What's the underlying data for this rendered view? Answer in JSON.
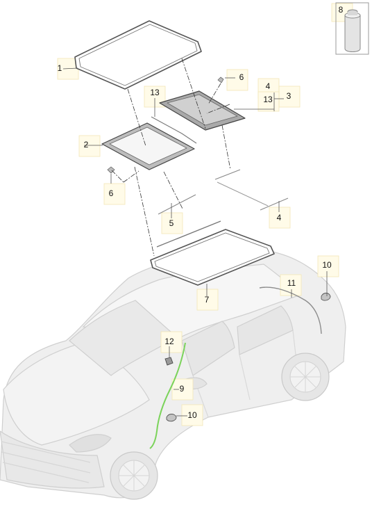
{
  "callouts": {
    "c1": "1",
    "c2": "2",
    "c3": "3",
    "c4a": "4",
    "c4b": "4",
    "c5": "5",
    "c6a": "6",
    "c6b": "6",
    "c7": "7",
    "c8": "8",
    "c9": "9",
    "c10a": "10",
    "c10b": "10",
    "c11": "11",
    "c12": "12",
    "c13a": "13",
    "c13b": "13"
  },
  "colors": {
    "outline": "#555555",
    "car_body": "#eeeeee",
    "car_line": "#cccccc",
    "seal_fill": "#bdbdbd",
    "glass_fill": "#f4f4f4",
    "drain_hose": "#7bd35a",
    "callout_bg": "#fffbe8"
  }
}
